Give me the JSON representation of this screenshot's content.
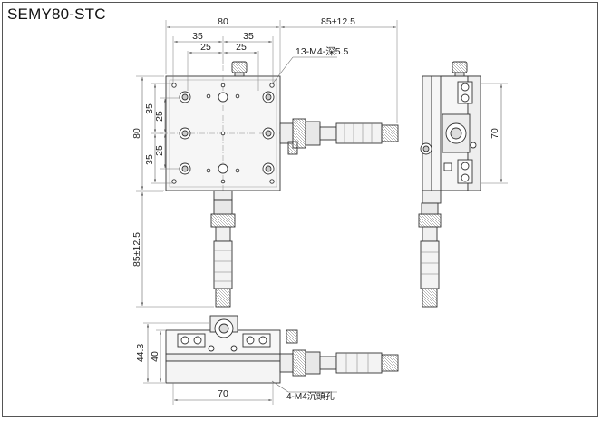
{
  "title": "SEMY80-STC",
  "dimensions": {
    "top_width": "80",
    "top_travel": "85±12.5",
    "top_half_left": "35",
    "top_half_right": "35",
    "top_inner_left": "25",
    "top_inner_right": "25",
    "tap_note": "13-M4-深5.5",
    "left_height": "80",
    "left_half_top": "35",
    "left_half_bottom": "35",
    "left_inner_top": "25",
    "left_inner_bottom": "25",
    "vertical_travel": "85±12.5",
    "side_height": "70",
    "front_total_height": "44.3",
    "front_height": "40",
    "front_width": "70",
    "hole_note": "4-M4沉頭孔"
  },
  "colors": {
    "outline": "#333333",
    "dimension_line": "#666666",
    "body_fill": "#f4f4f4"
  }
}
